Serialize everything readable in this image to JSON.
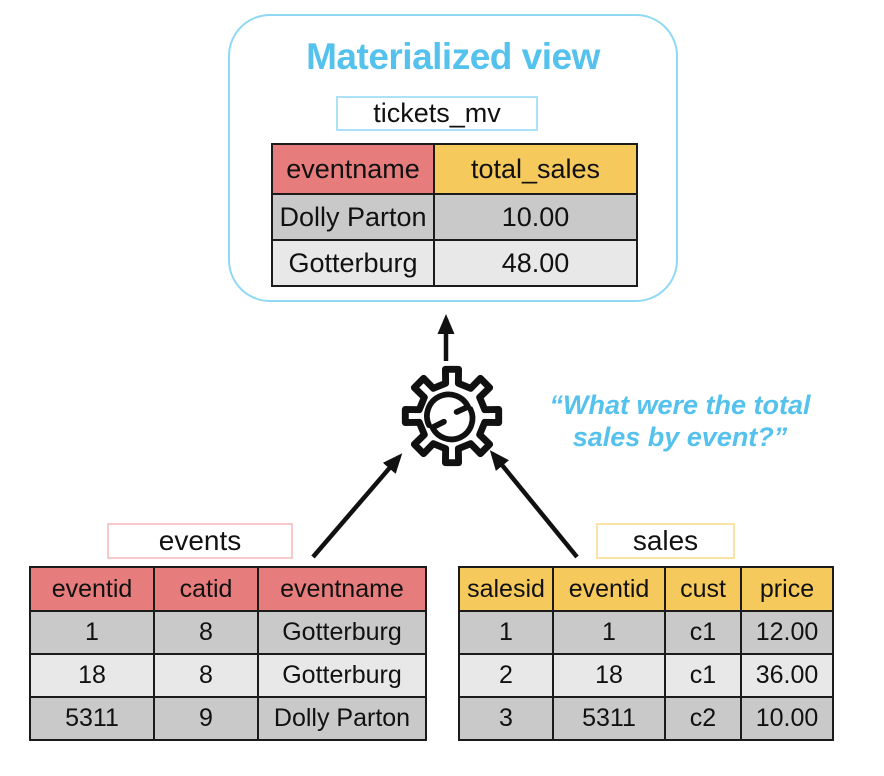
{
  "mv": {
    "title": "Materialized view",
    "table_label": "tickets_mv",
    "columns": [
      "eventname",
      "total_sales"
    ],
    "rows": [
      [
        "Dolly Parton",
        "10.00"
      ],
      [
        "Gotterburg",
        "48.00"
      ]
    ]
  },
  "question": {
    "text": "“What were the total sales by event?”"
  },
  "events": {
    "label": "events",
    "columns": [
      "eventid",
      "catid",
      "eventname"
    ],
    "rows": [
      [
        "1",
        "8",
        "Gotterburg"
      ],
      [
        "18",
        "8",
        "Gotterburg"
      ],
      [
        "5311",
        "9",
        "Dolly Parton"
      ]
    ]
  },
  "sales": {
    "label": "sales",
    "columns": [
      "salesid",
      "eventid",
      "cust",
      "price"
    ],
    "rows": [
      [
        "1",
        "1",
        "c1",
        "12.00"
      ],
      [
        "2",
        "18",
        "c1",
        "36.00"
      ],
      [
        "3",
        "5311",
        "c2",
        "10.00"
      ]
    ]
  },
  "icons": {
    "gear": "refresh-gear-icon",
    "arrows": [
      "up-arrow",
      "left-arrow",
      "right-arrow"
    ]
  },
  "colors": {
    "accent_blue": "#55c2ed",
    "container_border": "#90d9f4",
    "header_red": "#e77c7c",
    "header_gold": "#f5c95c",
    "row_dark": "#c9c9c9",
    "row_light": "#e8e8e8",
    "table_border": "#1b1b1b",
    "events_label_border": "#f7c9c9",
    "sales_label_border": "#f9e3a6",
    "tickets_label_border": "#abe2f7"
  }
}
